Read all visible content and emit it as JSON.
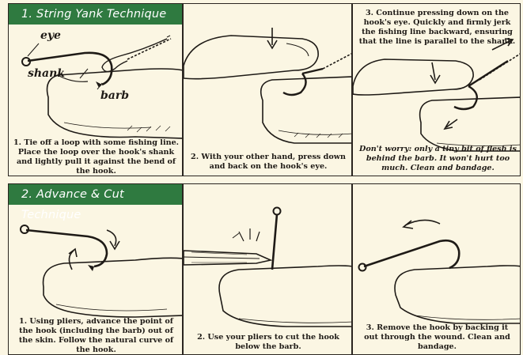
{
  "sections": [
    {
      "title": "1. String Yank Technique",
      "panels": [
        {
          "labels": {
            "eye": "eye",
            "shank": "shank",
            "barb": "barb"
          },
          "caption": "1. Tie off a loop with some fishing line. Place the loop over the hook's shank and lightly pull it against the bend of the hook."
        },
        {
          "caption": "2. With your other hand, press down and back on the hook's eye."
        },
        {
          "caption": "3. Continue pressing down on the hook's eye. Quickly and firmly jerk the fishing line backward, ensuring that the line is parallel to the shank.",
          "note": "Don't worry: only a tiny bit of flesh is behind the barb. It won't hurt too much. Clean and bandage."
        }
      ]
    },
    {
      "title": "2. Advance & Cut Technique",
      "panels": [
        {
          "caption": "1. Using pliers, advance the point of the hook (including the barb) out of the skin. Follow the natural curve of the hook."
        },
        {
          "caption": "2. Use your pliers to cut the hook below the barb."
        },
        {
          "caption": "3. Remove the hook by backing it out through the wound. Clean and bandage."
        }
      ]
    }
  ],
  "colors": {
    "header_green": "#2f7a40",
    "paper": "#fbf6e3",
    "ink": "#1e1a16"
  }
}
